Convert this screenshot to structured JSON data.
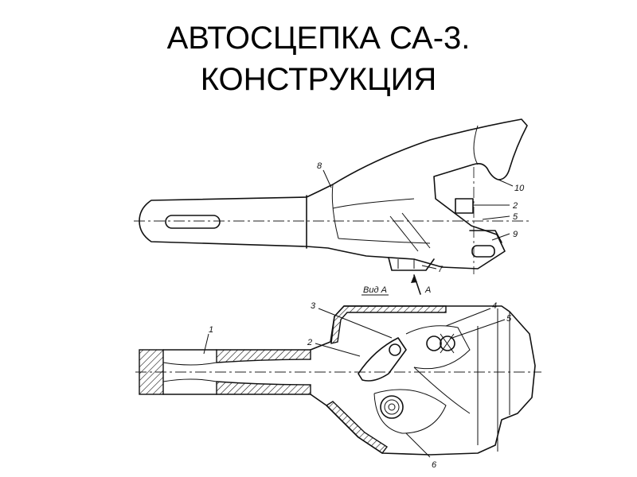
{
  "title": {
    "line1": "АВТОСЦЕПКА СА-3.",
    "line2": "КОНСТРУКЦИЯ"
  },
  "diagram": {
    "top_view_labels": [
      "8",
      "10",
      "2",
      "5",
      "9",
      "7"
    ],
    "view_caption": "Вид А",
    "arrow_label": "А",
    "bottom_view_labels": [
      "1",
      "2",
      "3",
      "4",
      "5",
      "6"
    ]
  }
}
